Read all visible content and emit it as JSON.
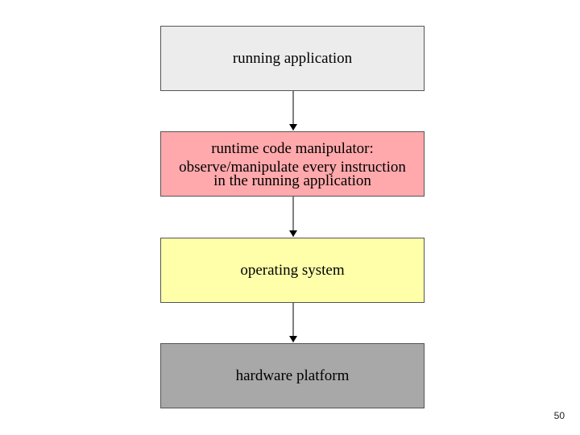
{
  "diagram": {
    "nodes": [
      {
        "id": "running-application",
        "label": "running application",
        "fill": "#ececec"
      },
      {
        "id": "runtime-code-manipulator",
        "label_line1": "runtime code manipulator:",
        "label_line2": "observe/manipulate every instruction",
        "label_line3": "in the running application",
        "fill": "#ffa9ac"
      },
      {
        "id": "operating-system",
        "label": "operating system",
        "fill": "#ffffaa"
      },
      {
        "id": "hardware-platform",
        "label": "hardware platform",
        "fill": "#a8a8a8"
      }
    ],
    "edges": [
      {
        "from": "running-application",
        "to": "runtime-code-manipulator"
      },
      {
        "from": "runtime-code-manipulator",
        "to": "operating-system"
      },
      {
        "from": "operating-system",
        "to": "hardware-platform"
      }
    ]
  },
  "slide": {
    "page_number": "50"
  }
}
